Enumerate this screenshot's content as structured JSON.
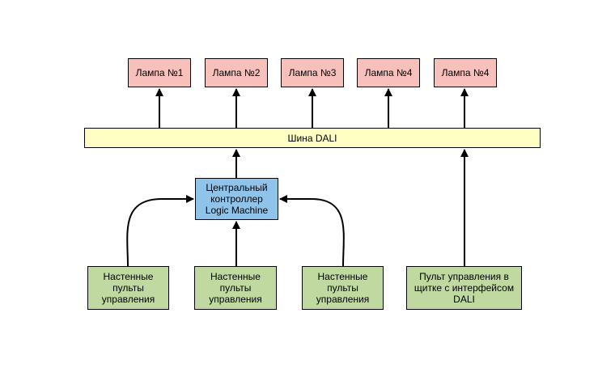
{
  "colors": {
    "lamp_fill": "#f8c0bb",
    "bus_fill": "#ffffc4",
    "controller_fill": "#8fc3ea",
    "panel_fill": "#c0d9a1",
    "stroke": "#000000"
  },
  "lamps": [
    {
      "label": "Лампа №1"
    },
    {
      "label": "Лампа №2"
    },
    {
      "label": "Лампа №3"
    },
    {
      "label": "Лампа №4"
    },
    {
      "label": "Лампа №4"
    }
  ],
  "bus": {
    "label": "Шина DALI"
  },
  "controller": {
    "label": "Центральный\nконтроллер\nLogic Machine"
  },
  "panels": [
    {
      "label": "Настенные\nпульты\nуправления"
    },
    {
      "label": "Настенные\nпульты\nуправления"
    },
    {
      "label": "Настенные\nпульты\nуправления"
    },
    {
      "label": "Пульт управления в\nщитке с интерфейсом\nDALI"
    }
  ]
}
